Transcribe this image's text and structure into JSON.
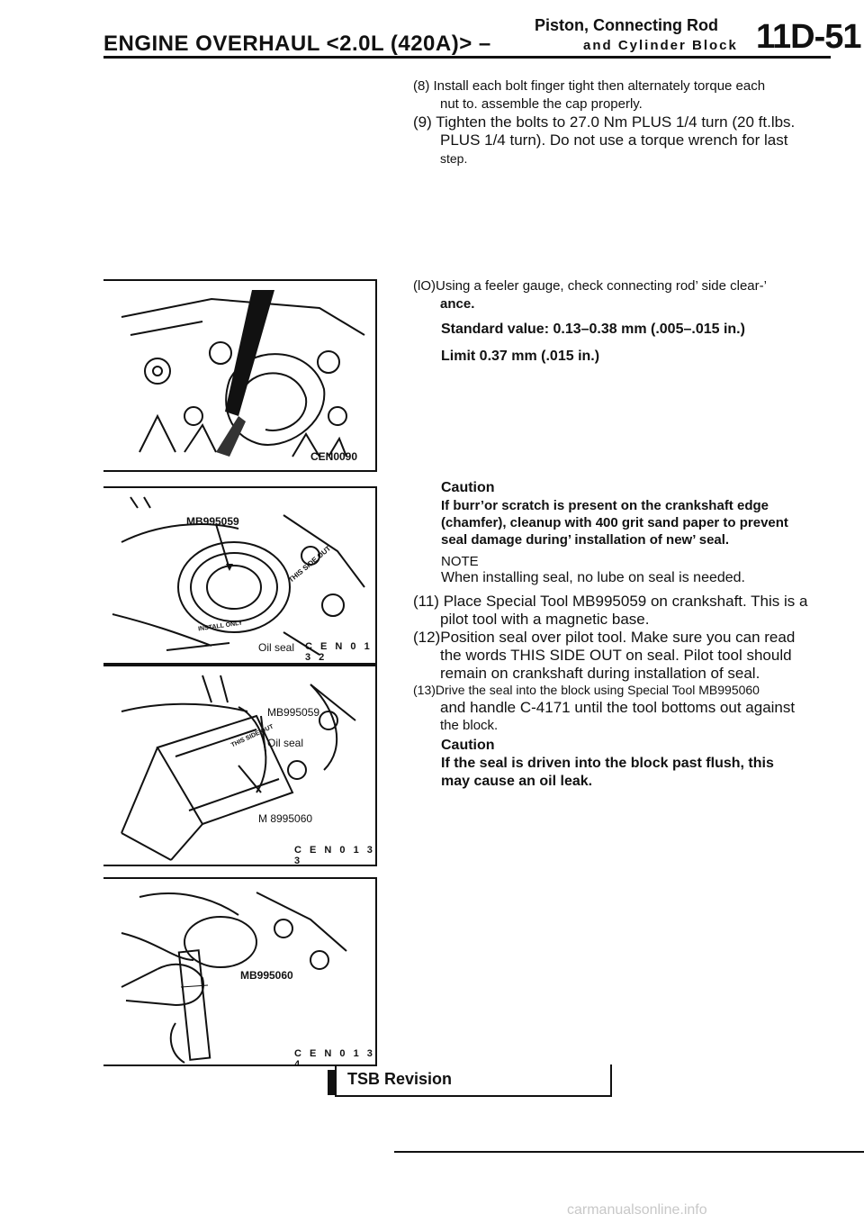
{
  "header": {
    "title": "ENGINE OVERHAUL <2.0L (420A)> –",
    "section_top": "Piston, Connecting Rod",
    "section_bottom": "and Cylinder Block",
    "page_number": "11D-51"
  },
  "steps": {
    "s8_line1": "(8) Install each bolt finger tight then alternately torque each",
    "s8_line2": "nut to. assemble the cap properly.",
    "s9_line1": "(9) Tighten the bolts to 27.0 Nm PLUS 1/4 turn (20 ft.lbs.",
    "s9_line2": "PLUS 1/4 turn). Do not use a torque wrench for last",
    "s9_line3": "step.",
    "s10_line1": "(lO)Using a feeler gauge, check connecting rod’ side clear-’",
    "s10_line2": "ance.",
    "standard_value": "Standard value: 0.13–0.38 mm (.005–.015 in.)",
    "limit": "Limit 0.37 mm (.015 in.)",
    "caution1_title": "Caution",
    "caution1_line1": "If burr’or scratch is present on the crankshaft edge",
    "caution1_line2": "(chamfer), cleanup with 400 grit sand paper to prevent",
    "caution1_line3": "seal damage during’ installation of new’ seal.",
    "note_title": "NOTE",
    "note_line1": "When installing seal, no lube on seal is needed.",
    "s11_line1": "(11) Place Special Tool MB995059 on crankshaft. This is a",
    "s11_line2": "pilot tool with a magnetic base.",
    "s12_line1": "(12)Position seal over pilot tool. Make sure you can read",
    "s12_line2": "the words THIS SIDE OUT on seal. Pilot tool should",
    "s12_line3": "remain on crankshaft during installation of seal.",
    "s13_line1": "(13)Drive the seal into the block using Special Tool MB995060",
    "s13_line2": "and handle C-4171 until the tool bottoms out against",
    "s13_line3": "the block.",
    "caution2_title": "Caution",
    "caution2_line1": "If the seal is driven into the block past flush, this",
    "caution2_line2": "may cause an oil leak."
  },
  "figures": {
    "fig1": {
      "code": "CEN0090"
    },
    "fig2": {
      "tool": "MB995059",
      "part": "Oil seal",
      "code": "C E N 0 1 3 2",
      "text_out": "THIS SIDE OUT",
      "text_install": "INSTALL ONLY"
    },
    "fig3": {
      "tool": "MB995059",
      "part": "Oil seal",
      "tool2": "M 8995060",
      "code": "C E N 0 1 3 3",
      "text_out": "THIS SIDE OUT"
    },
    "fig4": {
      "tool": "MB995060",
      "code": "C E N 0 1 3 4"
    }
  },
  "footer": {
    "tsb": "TSB Revision",
    "watermark": "carmanualsonline.info"
  }
}
